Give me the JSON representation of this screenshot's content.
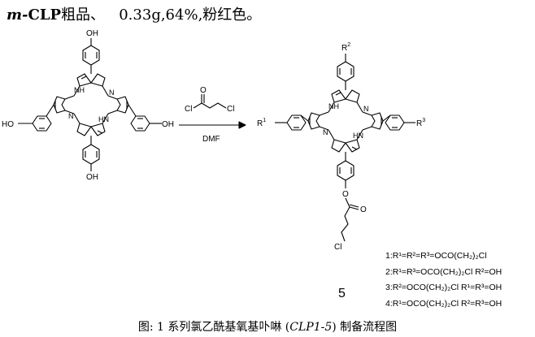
{
  "header": {
    "prefix": "m-",
    "compound": "CLP",
    "label": "粗品、",
    "yield": "0.33g,64%,粉红色。"
  },
  "reagent": {
    "name": "DMF",
    "cl_left": "Cl",
    "cl_right": "Cl",
    "oxygen": "O"
  },
  "left_molecule": {
    "oh_top": "OH",
    "oh_left": "HO",
    "oh_right": "OH",
    "oh_bottom": "OH",
    "nh_top": "NH",
    "hn_bottom": "HN",
    "n_left": "N",
    "n_right": "N"
  },
  "right_molecule": {
    "r_top": "R",
    "r_top_sup": "2",
    "r_left": "R",
    "r_left_sup": "1",
    "r_right": "R",
    "r_right_sup": "3",
    "nh_top": "NH",
    "hn_bottom": "HN",
    "n_left": "N",
    "n_right": "N",
    "ester_o": "O",
    "carbonyl_o": "O",
    "cl": "Cl"
  },
  "compound_number": "5",
  "legend": [
    "1:R¹=R²=R³=OCO(CH₂)₂Cl",
    "2:R¹=R³=OCO(CH₂)₂Cl  R²=OH",
    "3:R²=OCO(CH₂)₂Cl R¹=R³=OH",
    "4:R¹=OCO(CH₂)₂Cl  R²=R³=OH"
  ],
  "caption": {
    "prefix": "图: 1 系列氯乙酰基氧基卟啉 (",
    "italic": "CLP1-5",
    "suffix": ") 制备流程图"
  }
}
